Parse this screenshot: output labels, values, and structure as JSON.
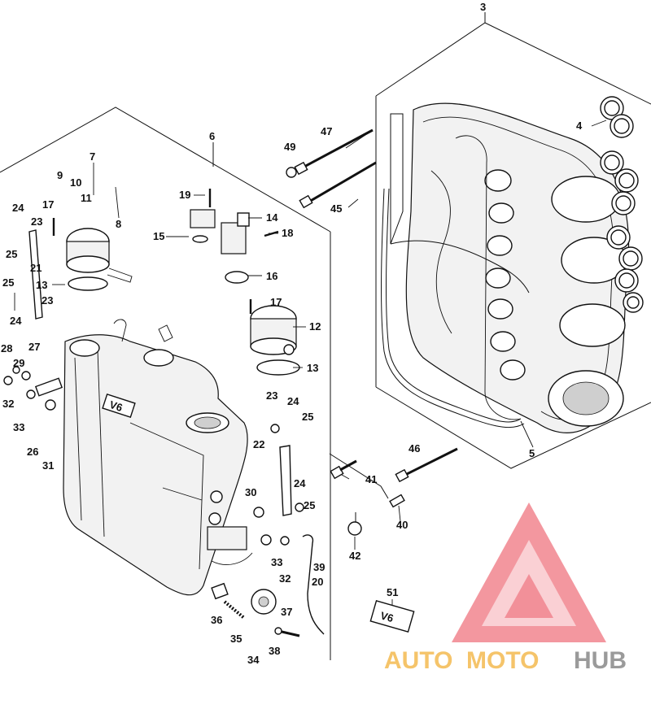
{
  "diagram": {
    "callouts": [
      "3",
      "4",
      "5",
      "6",
      "7",
      "8",
      "9",
      "10",
      "11",
      "12",
      "13",
      "13",
      "14",
      "15",
      "16",
      "17",
      "17",
      "18",
      "19",
      "20",
      "21",
      "22",
      "23",
      "23",
      "23",
      "24",
      "24",
      "24",
      "24",
      "25",
      "25",
      "25",
      "25",
      "26",
      "27",
      "28",
      "29",
      "30",
      "31",
      "32",
      "32",
      "33",
      "33",
      "34",
      "35",
      "36",
      "37",
      "38",
      "39",
      "40",
      "41",
      "42",
      "45",
      "46",
      "47",
      "49",
      "51"
    ],
    "badge_text": "V6"
  },
  "watermark": {
    "brand_part1": "AUTO",
    "brand_part2": "MOTO",
    "brand_part3": "HUB",
    "colors": {
      "triangle": "#f0808a",
      "auto": "#f5c46a",
      "moto": "#f5c46a",
      "hub": "#9a9a9a"
    }
  }
}
